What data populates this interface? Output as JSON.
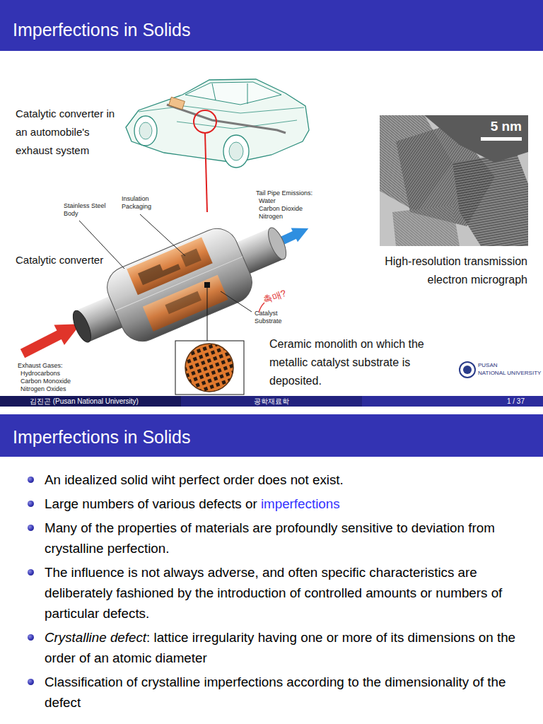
{
  "diagram": {
    "nodes": [
      {
        "text": [
          "Imperfections in Solids"
        ]
      },
      {
        "text": [
          "5 nm"
        ]
      },
      {
        "text": [
          "김진곤 (Pusan National University)",
          "공학재료학",
          "1 / 37"
        ]
      },
      {
        "text": [
          "Imperfections in Solids"
        ]
      }
    ],
    "labels": [
      "Catalytic converter in an automobile's exhaust system",
      "Stainless Steel Body",
      "Insulation Packaging",
      "Tail Pipe Emissions:",
      "Water",
      "Carbon Dioxide",
      "Nitrogen",
      "Catalytic converter",
      "촉매?",
      "Catalyst Substrate",
      "High-resolution transmission electron micrograph",
      "Exhaust Gases:",
      "Hydrocarbons",
      "Carbon Monoxide",
      "Nitrogen Oxides",
      "Ceramic monolith on which the metallic catalyst substrate is deposited.",
      "PUSAN",
      "NATIONAL UNIVERSITY",
      "An idealized solid wiht perfect order does not exist.",
      "Large numbers of various defects or",
      "imperfections",
      "Many of the properties of materials are profoundly sensitive to deviation from crystalline perfection.",
      "The influence is not always adverse, and often specific characteristics are deliberately fashioned by the introduction of controlled amounts or numbers of particular defects.",
      "Crystalline defect",
      ": lattice irregularity having one or more of its dimensions on the order of an atomic diameter",
      "Classification of crystalline imperfections according to the dimensionality of the defect"
    ]
  }
}
